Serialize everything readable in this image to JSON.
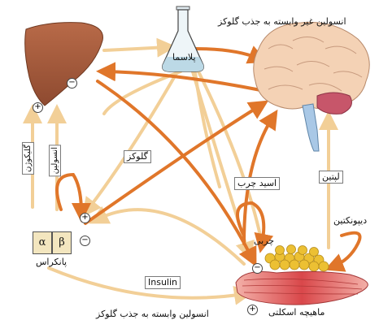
{
  "labels": {
    "plasma": "پلاسما",
    "brain_caption": "انسولین غیر وابسته به جذب گلوکز",
    "glucagon": "گلیکوژن",
    "insulin": "انسولین",
    "glucose": "گلوکز",
    "fatty_acid": "اسید چرب",
    "leptin": "لپتین",
    "fat": "چربی",
    "adiponectin": "دیپونکتین",
    "pancreas": "پانکراس",
    "insulin_box": "Insulin",
    "muscle_caption": "انسولین وابسته به جذب گلوکز",
    "skeletal_muscle": "ماهیچه اسکلتی",
    "alpha": "α",
    "beta": "β"
  },
  "signs": {
    "plus": "+",
    "minus": "−"
  },
  "colors": {
    "arrow_light": "#f2cf97",
    "arrow_dark": "#e0762a",
    "liver": "#a45a3a",
    "brain": "#f4d2b5",
    "fat": "#ecc033",
    "muscle": "#e36b6b"
  }
}
